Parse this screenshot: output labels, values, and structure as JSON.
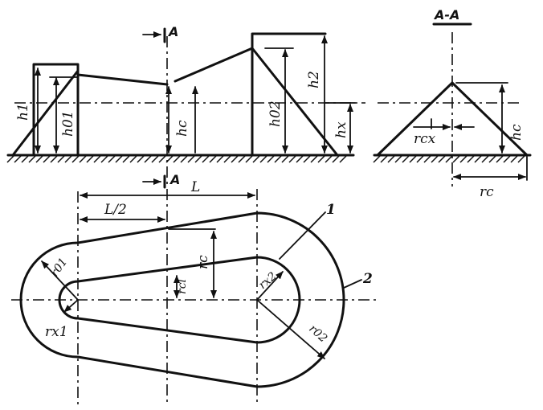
{
  "labels": {
    "section_title": "A-A",
    "section_mark_top": "A",
    "section_mark_bottom": "A",
    "length": "L",
    "half_length": "L/2",
    "h1": "h1",
    "h01": "h01",
    "hc_main": "hc",
    "h02": "h02",
    "h2": "h2",
    "hx": "hx",
    "rcx": "rcx",
    "hc_section": "hc",
    "rc_section": "rc",
    "rc_plan": "rc",
    "rcl": "rcl",
    "r01": "r01",
    "rx1": "rx1",
    "rx2": "rx2",
    "r02": "r02",
    "callout_1": "1",
    "callout_2": "2"
  }
}
